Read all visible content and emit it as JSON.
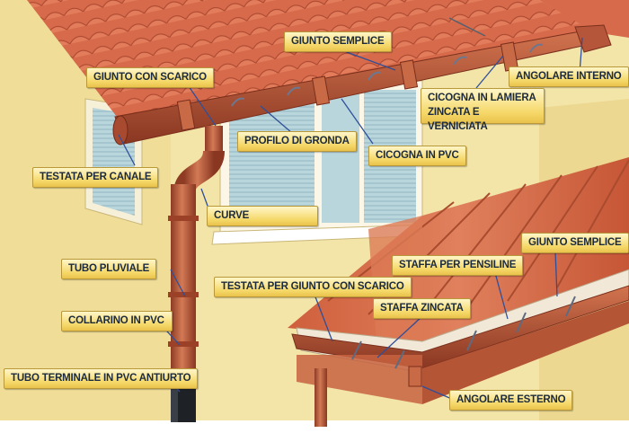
{
  "labels": {
    "giunto_semplice_top": "GIUNTO SEMPLICE",
    "giunto_con_scarico": "GIUNTO CON SCARICO",
    "angolare_interno": "ANGOLARE INTERNO",
    "cicogna_lamiera_line1": "CICOGNA IN LAMIERA",
    "cicogna_lamiera_line2": "ZINCATA E VERNICIATA",
    "profilo_di_gronda": "PROFILO DI GRONDA",
    "cicogna_in_pvc": "CICOGNA IN PVC",
    "testata_per_canale": "TESTATA PER CANALE",
    "curve": "CURVE",
    "giunto_semplice_right": "GIUNTO SEMPLICE",
    "tubo_pluviale": "TUBO PLUVIALE",
    "staffa_per_pensiline": "STAFFA PER PENSILINE",
    "testata_giunto_scarico": "TESTATA PER GIUNTO CON SCARICO",
    "staffa_zincata": "STAFFA ZINCATA",
    "collarino_in_pvc": "COLLARINO IN PVC",
    "tubo_terminale": "TUBO TERMINALE IN PVC ANTIURTO",
    "angolare_esterno": "ANGOLARE ESTERNO"
  },
  "colors": {
    "wall": "#f3e4a8",
    "roof_tile": "#d9684a",
    "gutter": "#b5553a",
    "label_fill": "#f5d868",
    "label_text": "#1b2a3e",
    "leader_line": "#2f4f9a",
    "window_glass": "#a9ccd6"
  }
}
